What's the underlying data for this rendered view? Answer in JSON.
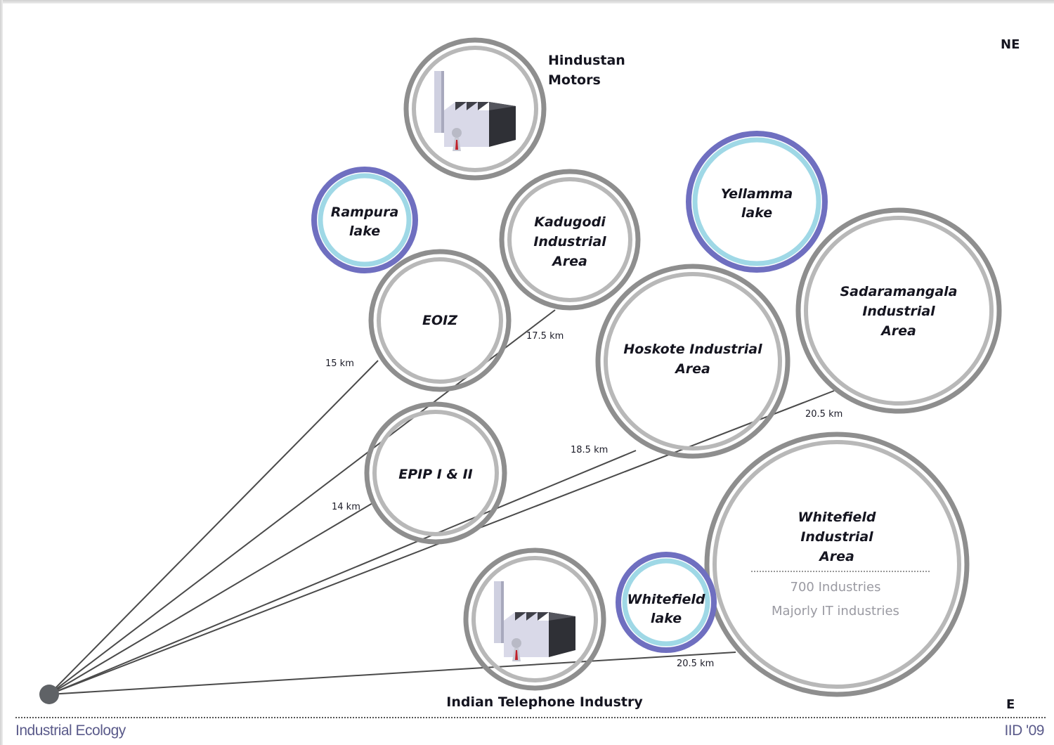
{
  "compass": {
    "top_right": "NE",
    "bottom_right": "E"
  },
  "origin": {
    "name": "origin-point"
  },
  "nodes": [
    {
      "id": "hindustan-motors",
      "label_lines": [
        "Hindustan",
        "Motors"
      ],
      "type": "factory",
      "label_position": "outside-right"
    },
    {
      "id": "rampura-lake",
      "label_lines": [
        "Rampura",
        "lake"
      ],
      "type": "lake"
    },
    {
      "id": "kadugodi",
      "label_lines": [
        "Kadugodi",
        "Industrial",
        "Area"
      ],
      "type": "industrial",
      "distance": "17.5 km"
    },
    {
      "id": "eoiz",
      "label_lines": [
        "EOIZ"
      ],
      "type": "industrial",
      "distance": "15 km"
    },
    {
      "id": "yellamma-lake",
      "label_lines": [
        "Yellamma",
        "lake"
      ],
      "type": "lake"
    },
    {
      "id": "hoskote",
      "label_lines": [
        "Hoskote Industrial",
        "Area"
      ],
      "type": "industrial",
      "distance": "18.5 km"
    },
    {
      "id": "sadaramangala",
      "label_lines": [
        "Sadaramangala",
        "Industrial",
        "Area"
      ],
      "type": "industrial",
      "distance": "20.5 km"
    },
    {
      "id": "epip",
      "label_lines": [
        "EPIP I & II"
      ],
      "type": "industrial",
      "distance": "14 km"
    },
    {
      "id": "whitefield",
      "label_lines": [
        "Whitefield",
        "Industrial",
        "Area"
      ],
      "type": "industrial",
      "distance": "20.5 km",
      "details": [
        "700 Industries",
        "Majorly IT industries"
      ]
    },
    {
      "id": "whitefield-lake",
      "label_lines": [
        "Whitefield",
        "lake"
      ],
      "type": "lake"
    },
    {
      "id": "indian-telephone-industry",
      "label_lines": [
        "Indian Telephone Industry"
      ],
      "type": "factory",
      "label_position": "below"
    }
  ],
  "distances": {
    "eoiz": "15 km",
    "kadugodi": "17.5 km",
    "epip": "14 km",
    "hoskote": "18.5 km",
    "sadaramangala": "20.5 km",
    "whitefield": "20.5 km"
  },
  "footer": {
    "left": "Industrial Ecology",
    "right": "IID '09"
  },
  "colors": {
    "ring_outer": "#8e8e8e",
    "ring_inner": "#b8b8b8",
    "lake_outer": "#6f6fc0",
    "lake_inner": "#9fd8e6",
    "line": "#4a4a4a",
    "origin": "#5f6266"
  }
}
